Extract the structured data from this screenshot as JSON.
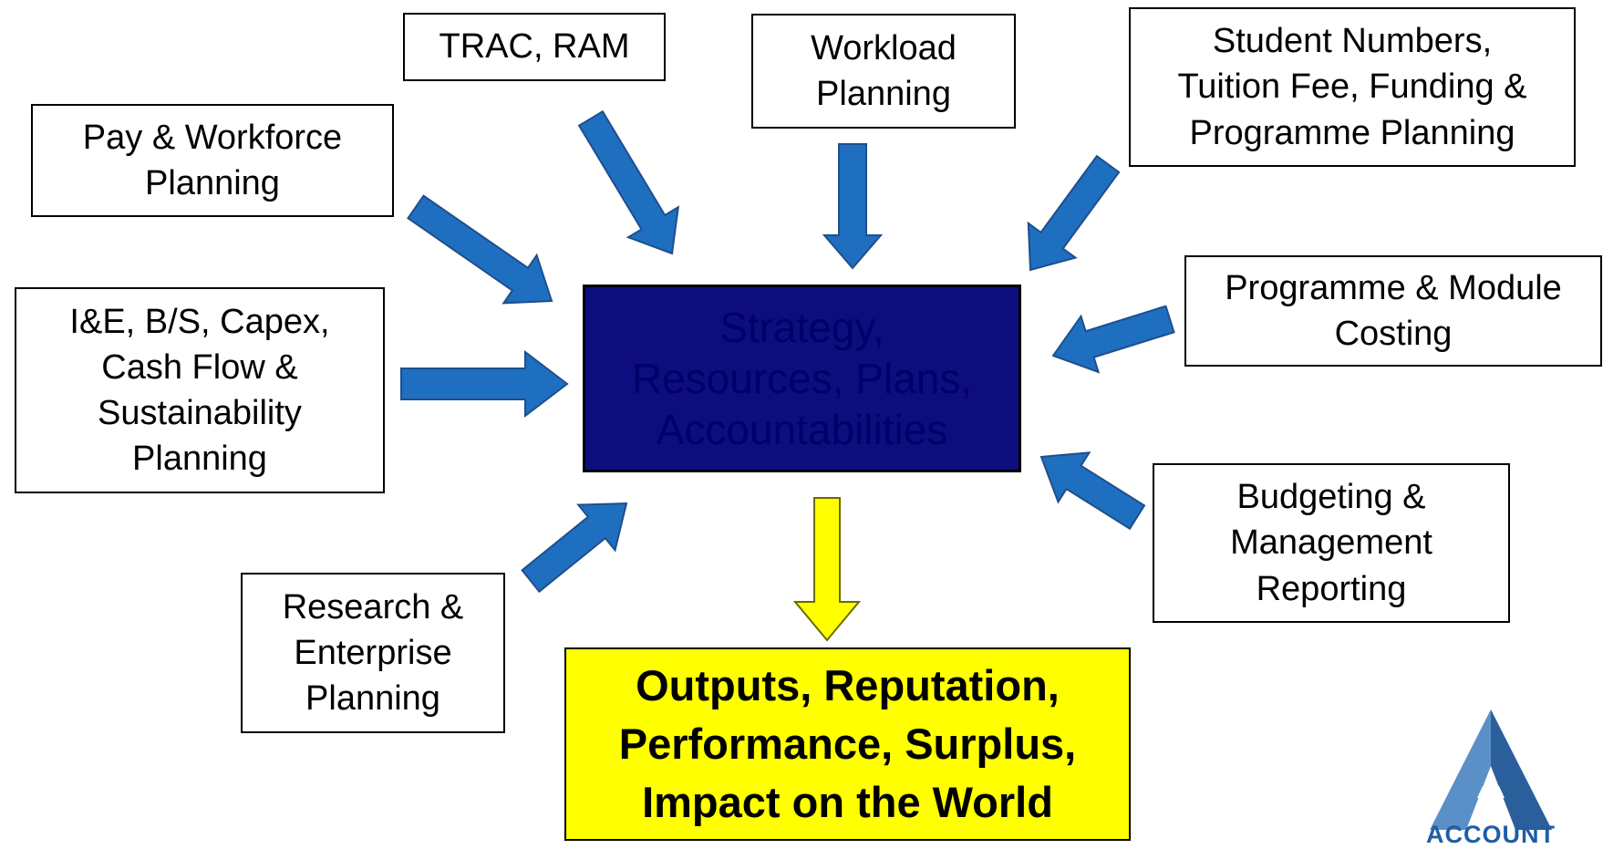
{
  "center": {
    "label": "Strategy,\nResources, Plans,\nAccountabilities",
    "fill": "#0d0d7e",
    "text_color": "#00006a"
  },
  "inputs": {
    "trac_ram": "TRAC, RAM",
    "workload": "Workload\nPlanning",
    "student_numbers": "Student Numbers,\nTuition Fee, Funding &\nProgramme Planning",
    "pay_workforce": "Pay & Workforce\nPlanning",
    "ie_planning": "I&E, B/S, Capex,\nCash Flow &\nSustainability\nPlanning",
    "programme_costing": "Programme & Module\nCosting",
    "budgeting": "Budgeting &\nManagement\nReporting",
    "research": "Research &\nEnterprise\nPlanning"
  },
  "output": {
    "label": "Outputs, Reputation,\nPerformance, Surplus,\nImpact on the World",
    "fill": "#ffff00"
  },
  "arrow_colors": {
    "input": "#1e6fc0",
    "input_outline": "#1f4e8c",
    "output": "#ffff00"
  },
  "logo": {
    "text": "ACCOUNT",
    "color": "#2e6db0"
  }
}
